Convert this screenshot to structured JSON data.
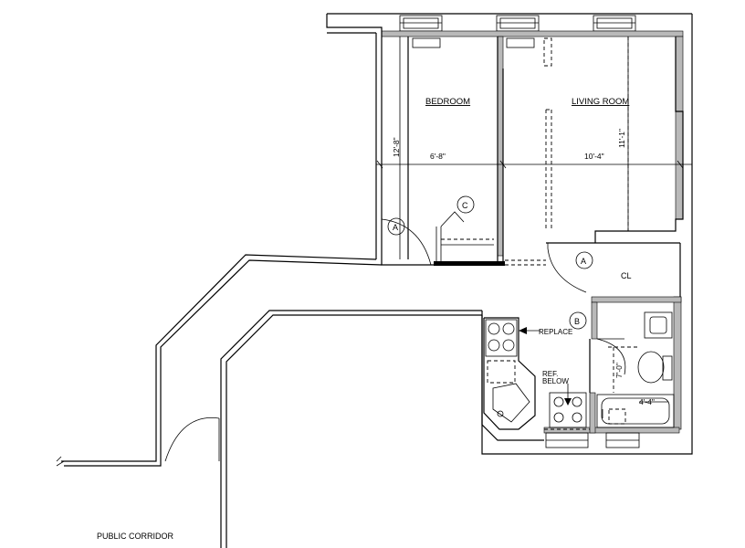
{
  "rooms": {
    "bedroom": "BEDROOM",
    "living_room": "LIVING ROOM",
    "closet": "CL",
    "corridor": "PUBLIC CORRIDOR"
  },
  "dimensions": {
    "bedroom_width": "6'-8\"",
    "bedroom_depth": "12'-8\"",
    "living_width": "10'-4\"",
    "living_depth": "11'-1\"",
    "bath_width": "4'-4\"",
    "bath_depth": "7'-0\""
  },
  "notes": {
    "replace": "REPLACE",
    "ref_line1": "REF.",
    "ref_line2": "BELOW"
  },
  "tags": {
    "a": "A",
    "b": "B",
    "c": "C"
  }
}
